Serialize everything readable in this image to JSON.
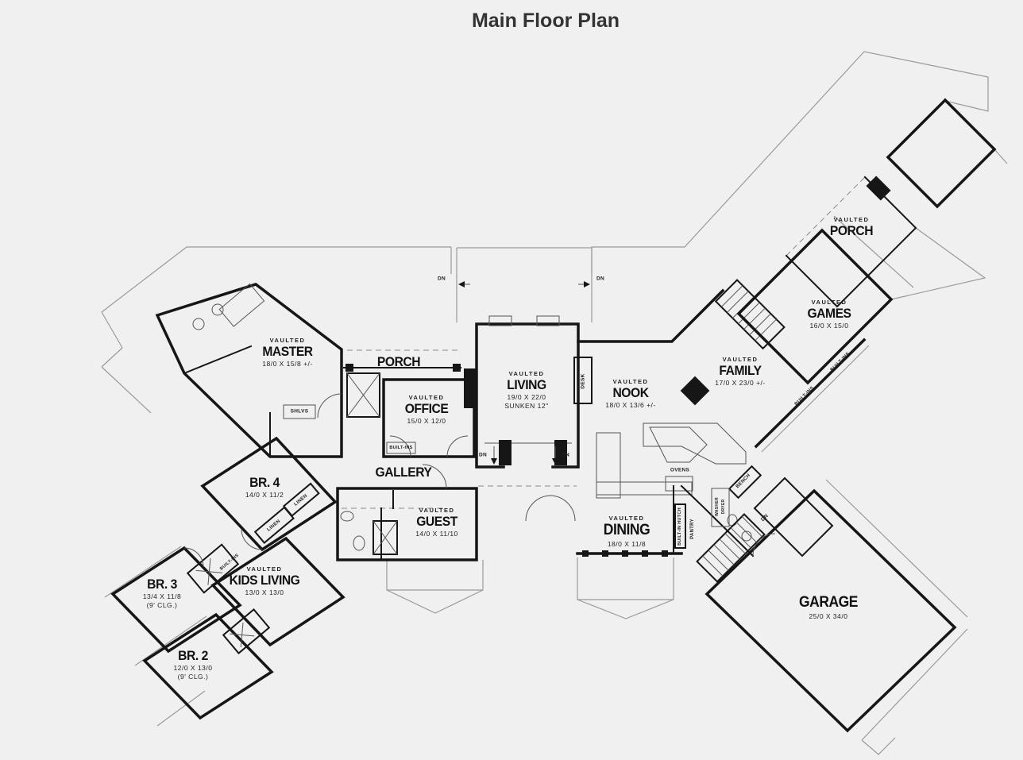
{
  "title": "Main Floor Plan",
  "colors": {
    "background": "#f0f0f0",
    "wall": "#161616",
    "thin_line": "#9a9a9a",
    "text": "#1a1a1a"
  },
  "rooms": [
    {
      "id": "master",
      "sub": "VAULTED",
      "name": "MASTER",
      "dims": "18/0 X 15/8 +/-"
    },
    {
      "id": "porch-front",
      "name": "PORCH"
    },
    {
      "id": "office",
      "sub": "VAULTED",
      "name": "OFFICE",
      "dims": "15/0 X 12/0"
    },
    {
      "id": "living",
      "sub": "VAULTED",
      "name": "LIVING",
      "dims": "19/0 X 22/0",
      "extra": "SUNKEN 12\""
    },
    {
      "id": "nook",
      "sub": "VAULTED",
      "name": "NOOK",
      "dims": "18/0 X 13/6 +/-"
    },
    {
      "id": "family",
      "sub": "VAULTED",
      "name": "FAMILY",
      "dims": "17/0 X 23/0 +/-"
    },
    {
      "id": "games",
      "sub": "VAULTED",
      "name": "GAMES",
      "dims": "16/0 X 15/0"
    },
    {
      "id": "porch-rear",
      "sub": "VAULTED",
      "name": "PORCH"
    },
    {
      "id": "gallery",
      "name": "GALLERY"
    },
    {
      "id": "guest",
      "sub": "VAULTED",
      "name": "GUEST",
      "dims": "14/0 X 11/10"
    },
    {
      "id": "dining",
      "sub": "VAULTED",
      "name": "DINING",
      "dims": "18/0 X 11/8"
    },
    {
      "id": "br4",
      "name": "BR. 4",
      "dims": "14/0 X 11/2"
    },
    {
      "id": "br3",
      "name": "BR. 3",
      "dims": "13/4 X 11/8",
      "extra": "(9' CLG.)"
    },
    {
      "id": "kids",
      "sub": "VAULTED",
      "name": "KIDS LIVING",
      "dims": "13/0 X 13/0"
    },
    {
      "id": "br2",
      "name": "BR. 2",
      "dims": "12/0 X 13/0",
      "extra": "(9' CLG.)"
    },
    {
      "id": "garage",
      "name": "GARAGE",
      "dims": "25/0 X 34/0"
    }
  ],
  "annotations": {
    "dn": "DN",
    "desk": "DESK",
    "ovens": "OVENS",
    "shelves": "SHLVS",
    "built_ins": "BUILT-INS",
    "hutch": "BUILT-IN HUTCH",
    "pantry": "PANTRY",
    "bench": "BENCH",
    "washer": "WASHER",
    "dryer": "DRYER",
    "linen": "LINEN"
  }
}
